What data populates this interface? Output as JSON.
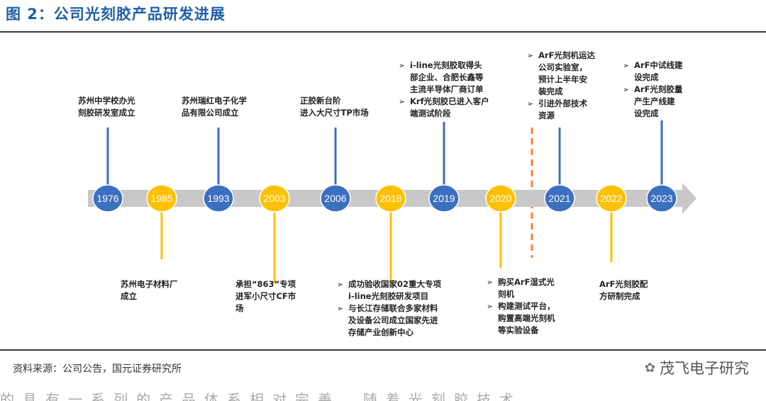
{
  "title": "图 2：公司光刻胶产品研发进展",
  "years": [
    "1976",
    "1985",
    "1993",
    "2003",
    "2006",
    "2018",
    "2019",
    "2020",
    "2021",
    "2022",
    "2023"
  ],
  "events_above": [
    {
      "year": "1976",
      "bullet": false,
      "items": [
        "苏州中学校办光\n刻胶研发室成立"
      ]
    },
    {
      "year": "1993",
      "bullet": false,
      "items": [
        "苏州瑞红电子化学\n品有限公司成立"
      ]
    },
    {
      "year": "2006",
      "bullet": false,
      "items": [
        "正胶新台阶\n进入大尺寸TP市场"
      ]
    },
    {
      "year": "2019",
      "bullet": true,
      "items": [
        "i-line光刻胶取得头\n部企业、合肥长鑫等\n主流半导体厂商订单",
        "Krf光刻胶已进入客户\n端测试阶段"
      ]
    },
    {
      "year": "2021",
      "bullet": true,
      "items": [
        "ArF光刻机运达\n公司实验室，\n预计上半年安\n装完成",
        "引进外部技术\n资源"
      ]
    },
    {
      "year": "2023",
      "bullet": true,
      "items": [
        "ArF中试线建\n设完成",
        "ArF光刻胶量\n产生产线建\n设完成"
      ]
    }
  ],
  "events_below": [
    {
      "year": "1985",
      "bullet": false,
      "items": [
        "苏州电子材料厂\n成立"
      ]
    },
    {
      "year": "2003",
      "bullet": false,
      "items": [
        "承担“863”专项\n进军小尺寸CF市\n场"
      ]
    },
    {
      "year": "2018",
      "bullet": true,
      "items": [
        "成功验收国家02重大专项\ni-line光刻胶研发项目",
        "与长江存储联合多家材料\n及设备公司成立国家先进\n存储产业创新中心"
      ]
    },
    {
      "year": "2020",
      "bullet": true,
      "items": [
        "购买ArF湿式光\n刻机",
        "构建测试平台，\n购置高端光刻机\n等实验设备"
      ]
    },
    {
      "year": "2022",
      "bullet": false,
      "items": [
        "ArF光刻胶配\n方研制完成"
      ]
    }
  ],
  "source": "资料来源：公司公告，国元证券研究所",
  "brand": "茂飞电子研究",
  "bottom_partial": "的具有一系列的产品体系相对完善，随着光刻胶技术",
  "colors": {
    "blue": "#3b6fc0",
    "yellow": "#ffc000",
    "arrow": "#c8c8c8",
    "title": "#1f5fa8",
    "divider": "#ff7f27"
  },
  "icons": {
    "bullet": "triangle-bullet-icon",
    "brand": "wechat-icon"
  }
}
